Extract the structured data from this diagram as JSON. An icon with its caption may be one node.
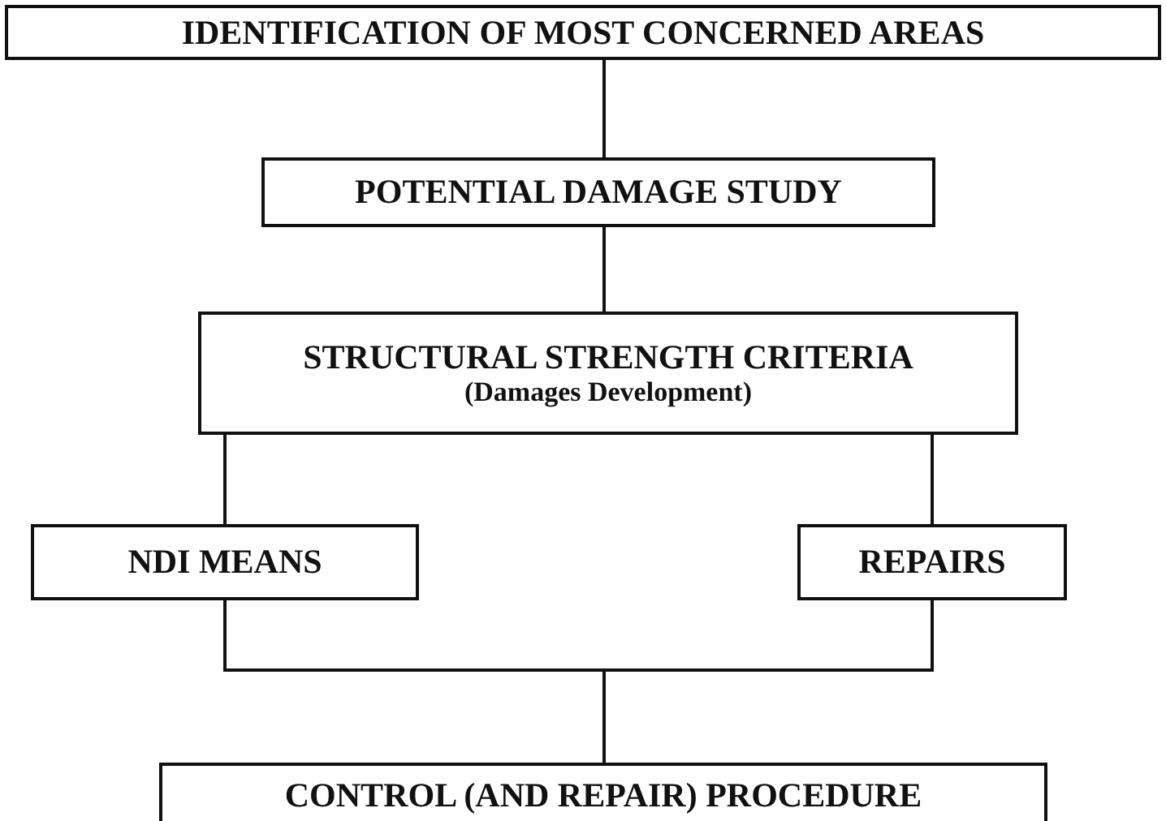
{
  "diagram": {
    "nodes": [
      {
        "text": [
          "IDENTIFICATION OF MOST CONCERNED AREAS"
        ]
      },
      {
        "text": [
          "POTENTIAL DAMAGE STUDY"
        ]
      },
      {
        "text": [
          "STRUCTURAL STRENGTH CRITERIA",
          "(Damages Development)"
        ]
      },
      {
        "text": [
          "NDI MEANS"
        ]
      },
      {
        "text": [
          "REPAIRS"
        ]
      },
      {
        "text": [
          "CONTROL (AND REPAIR) PROCEDURE"
        ]
      }
    ],
    "edges": [
      {
        "from": 0,
        "to": 1,
        "arrow": "none"
      },
      {
        "from": 1,
        "to": 2,
        "arrow": "none"
      },
      {
        "from": 2,
        "to": 3,
        "arrow": "none"
      },
      {
        "from": 2,
        "to": 4,
        "arrow": "none"
      },
      {
        "from": 3,
        "to": 5,
        "arrow": "none"
      },
      {
        "from": 4,
        "to": 5,
        "arrow": "none"
      }
    ]
  }
}
